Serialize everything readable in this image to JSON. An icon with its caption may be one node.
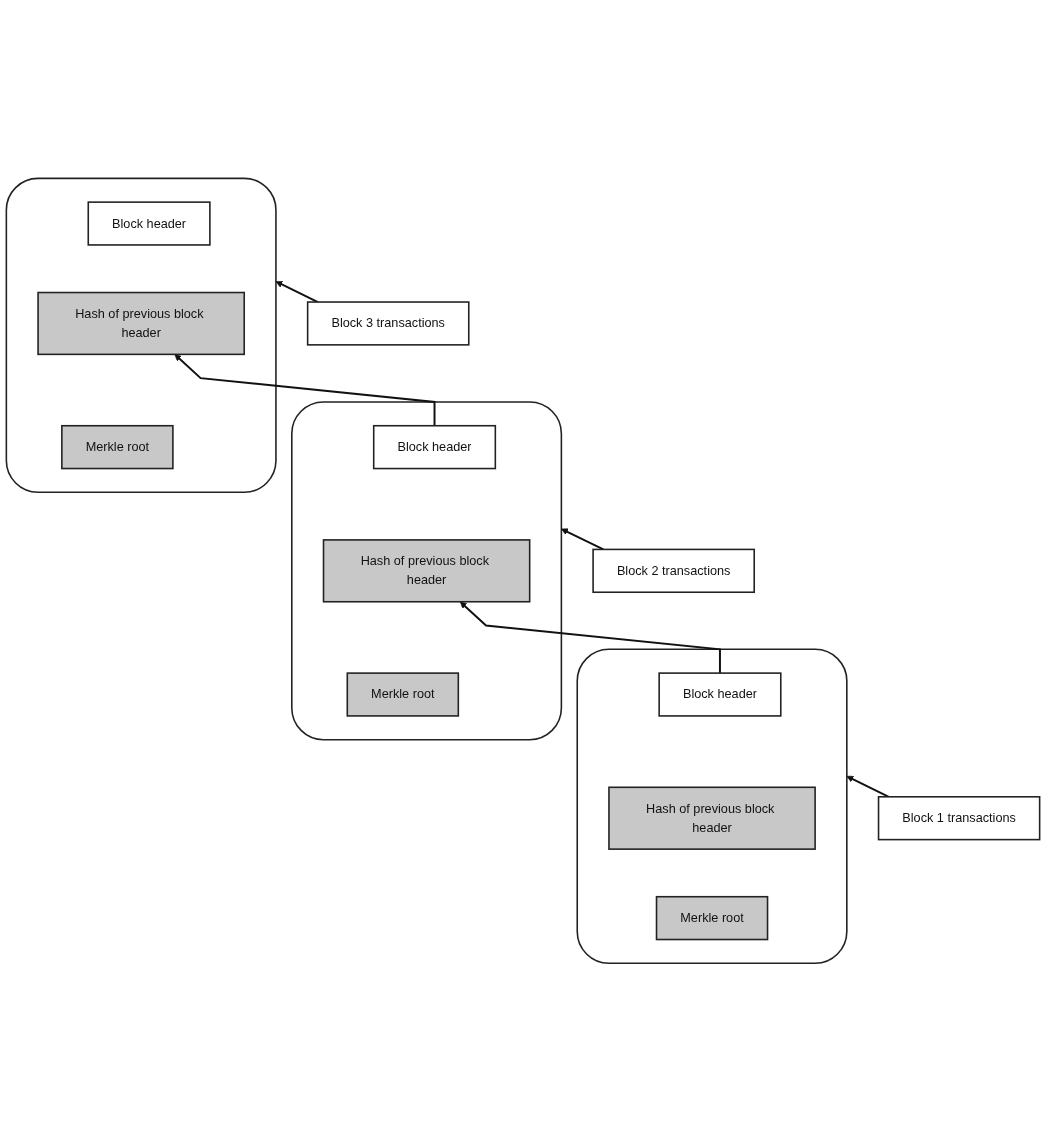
{
  "diagram": {
    "nodes": [
      {
        "text": [],
        "shape": "box"
      },
      {
        "text": [
          "Block header"
        ],
        "in": 0
      },
      {
        "text": [
          "Hash of previous block header"
        ],
        "in": 0
      },
      {
        "text": [
          "Merkle root"
        ],
        "in": 0
      },
      {
        "text": [],
        "shape": "box"
      },
      {
        "text": [
          "Block header"
        ],
        "in": 4
      },
      {
        "text": [
          "Hash of previous block header"
        ],
        "in": 4
      },
      {
        "text": [
          "Merkle root"
        ],
        "in": 4
      },
      {
        "text": [],
        "shape": "box"
      },
      {
        "text": [
          "Block header"
        ],
        "in": 8
      },
      {
        "text": [
          "Hash of previous block header"
        ],
        "in": 8
      },
      {
        "text": [
          "Merkle root"
        ],
        "in": 8
      },
      {
        "text": [
          "Block 1 transactions"
        ]
      },
      {
        "text": [
          "Block 2 transactions"
        ]
      },
      {
        "text": [
          "Block 3 transactions"
        ]
      }
    ],
    "edges": [
      {
        "from": 1,
        "to": 6,
        "arrow": "to"
      },
      {
        "from": 5,
        "to": 10,
        "arrow": "to"
      },
      {
        "from": 12,
        "to": 0,
        "arrow": "to"
      },
      {
        "from": 13,
        "to": 4,
        "arrow": "to"
      },
      {
        "from": 14,
        "to": 8,
        "arrow": "to"
      }
    ]
  }
}
